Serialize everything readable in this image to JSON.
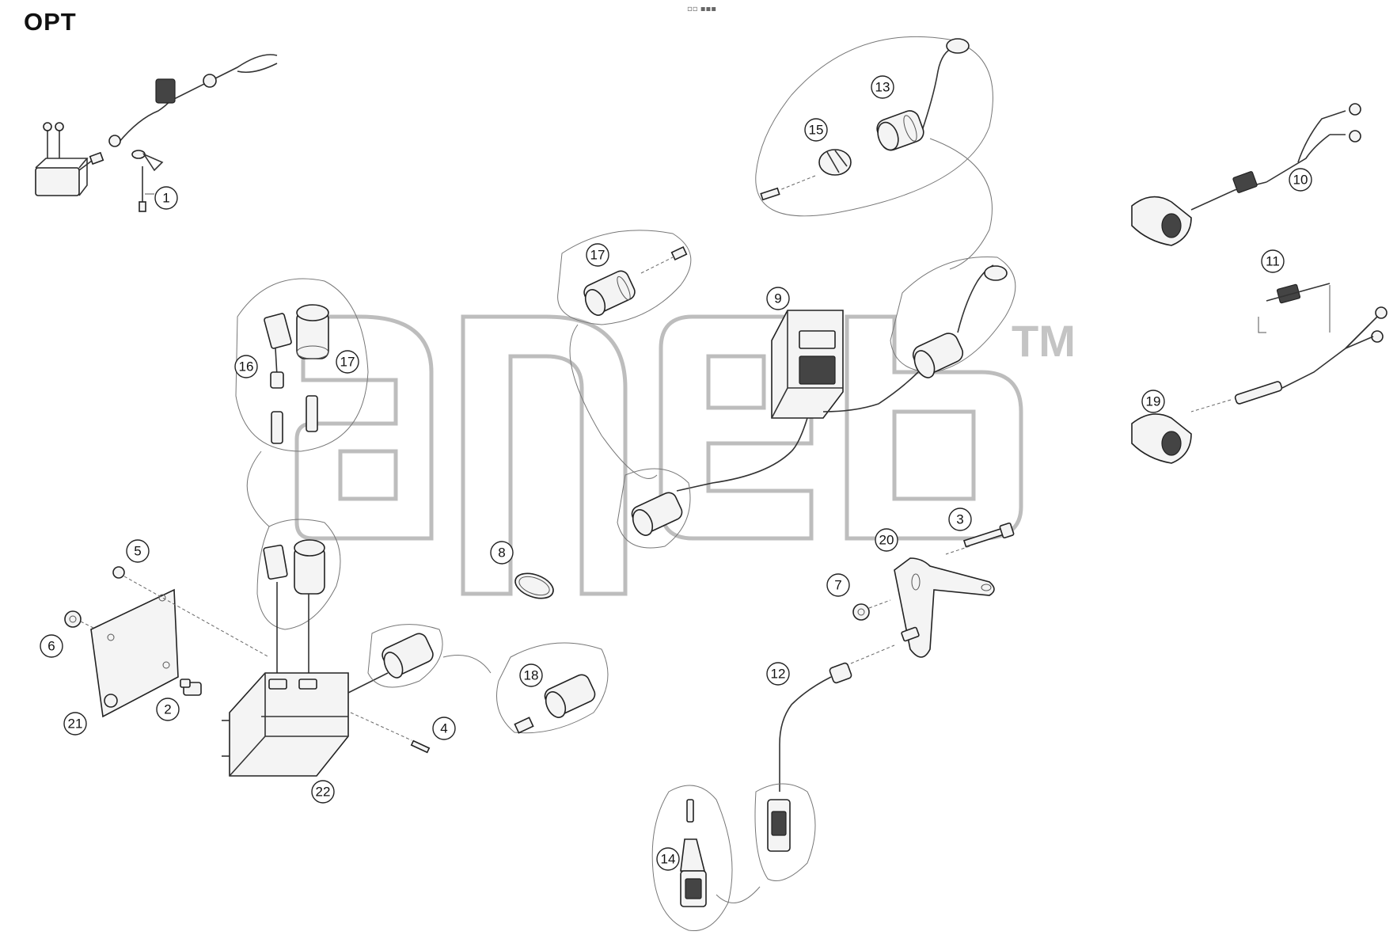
{
  "diagram": {
    "title": "OPT",
    "top_mark": "▫▫ ▪▪▪",
    "watermark_mark": "TM",
    "callouts": [
      {
        "id": "c1",
        "label": "1"
      },
      {
        "id": "c2",
        "label": "2"
      },
      {
        "id": "c3",
        "label": "3"
      },
      {
        "id": "c4",
        "label": "4"
      },
      {
        "id": "c5",
        "label": "5"
      },
      {
        "id": "c6",
        "label": "6"
      },
      {
        "id": "c7",
        "label": "7"
      },
      {
        "id": "c8",
        "label": "8"
      },
      {
        "id": "c9",
        "label": "9"
      },
      {
        "id": "c10",
        "label": "10"
      },
      {
        "id": "c11",
        "label": "11"
      },
      {
        "id": "c12",
        "label": "12"
      },
      {
        "id": "c13",
        "label": "13"
      },
      {
        "id": "c14",
        "label": "14"
      },
      {
        "id": "c15",
        "label": "15"
      },
      {
        "id": "c16",
        "label": "16"
      },
      {
        "id": "c17a",
        "label": "17"
      },
      {
        "id": "c17b",
        "label": "17"
      },
      {
        "id": "c18",
        "label": "18"
      },
      {
        "id": "c19",
        "label": "19"
      },
      {
        "id": "c20",
        "label": "20"
      },
      {
        "id": "c21",
        "label": "21"
      },
      {
        "id": "c22",
        "label": "22"
      }
    ]
  }
}
